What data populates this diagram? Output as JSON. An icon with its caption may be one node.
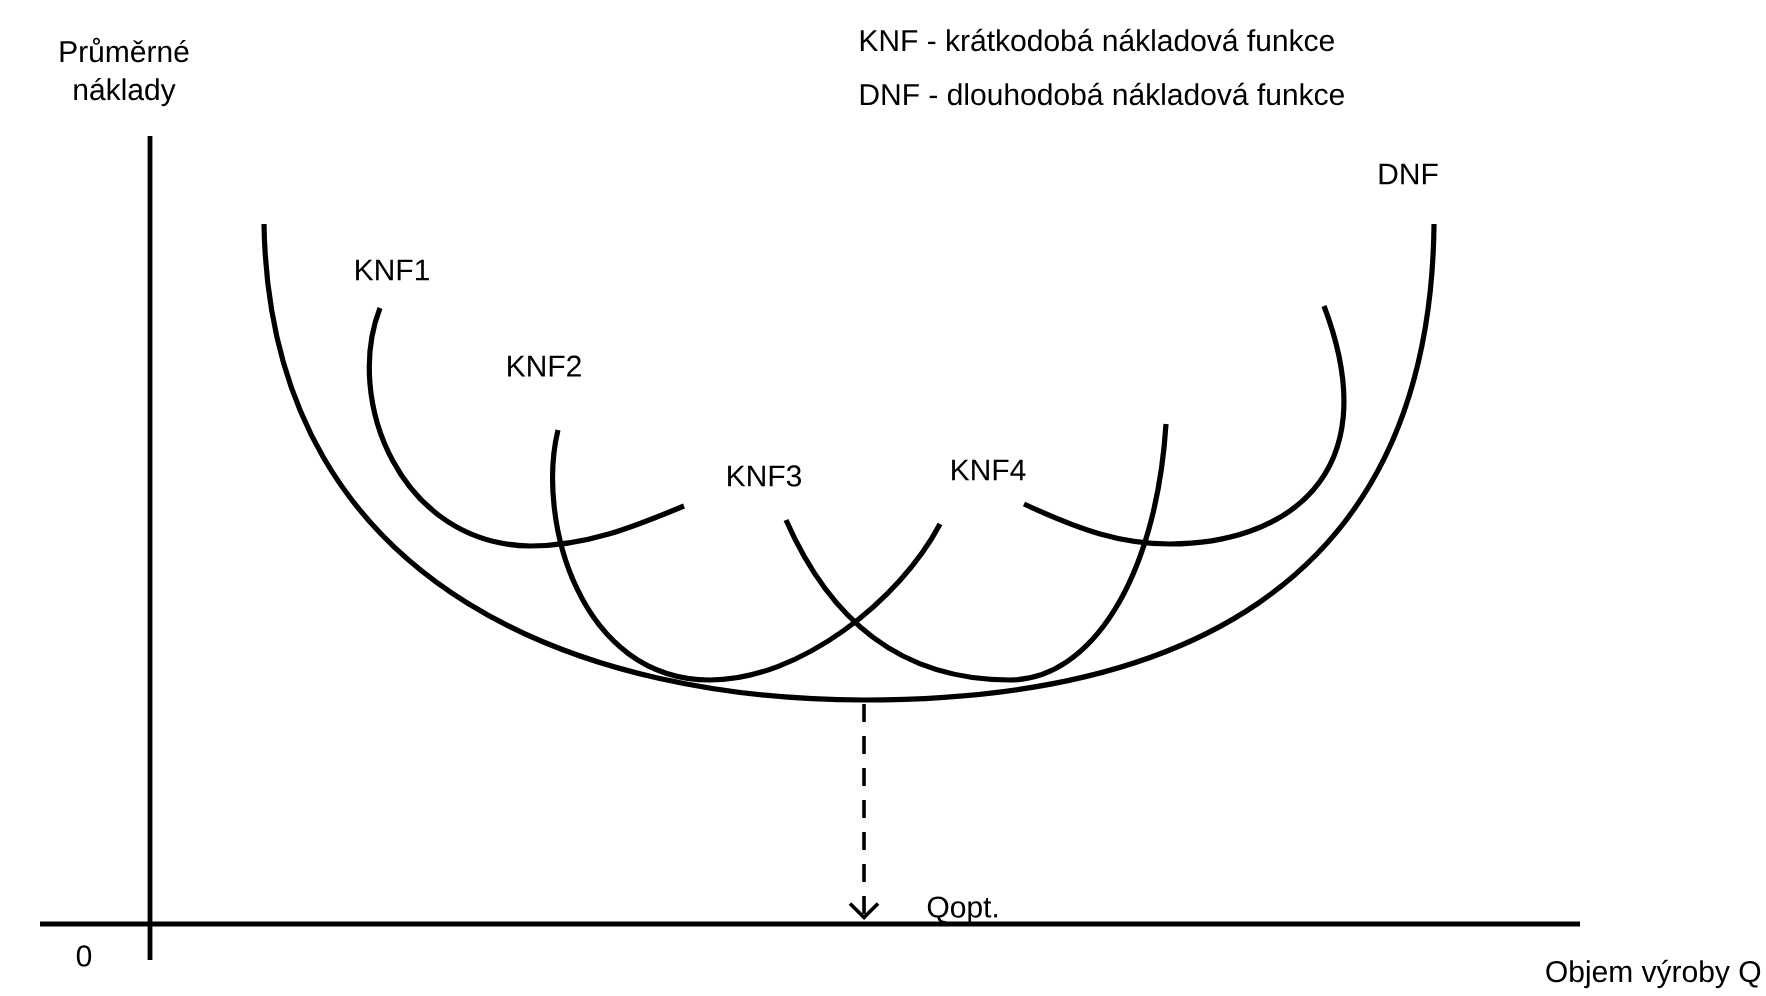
{
  "diagram": {
    "labels": [
      "Průměrné náklady",
      "KNF - krátkodobá nákladová funkce",
      "DNF - dlouhodobá nákladová funkce",
      "DNF",
      "KNF1",
      "KNF2",
      "KNF3",
      "KNF4",
      "Qopt.",
      "0",
      "Objem výroby Q"
    ]
  }
}
